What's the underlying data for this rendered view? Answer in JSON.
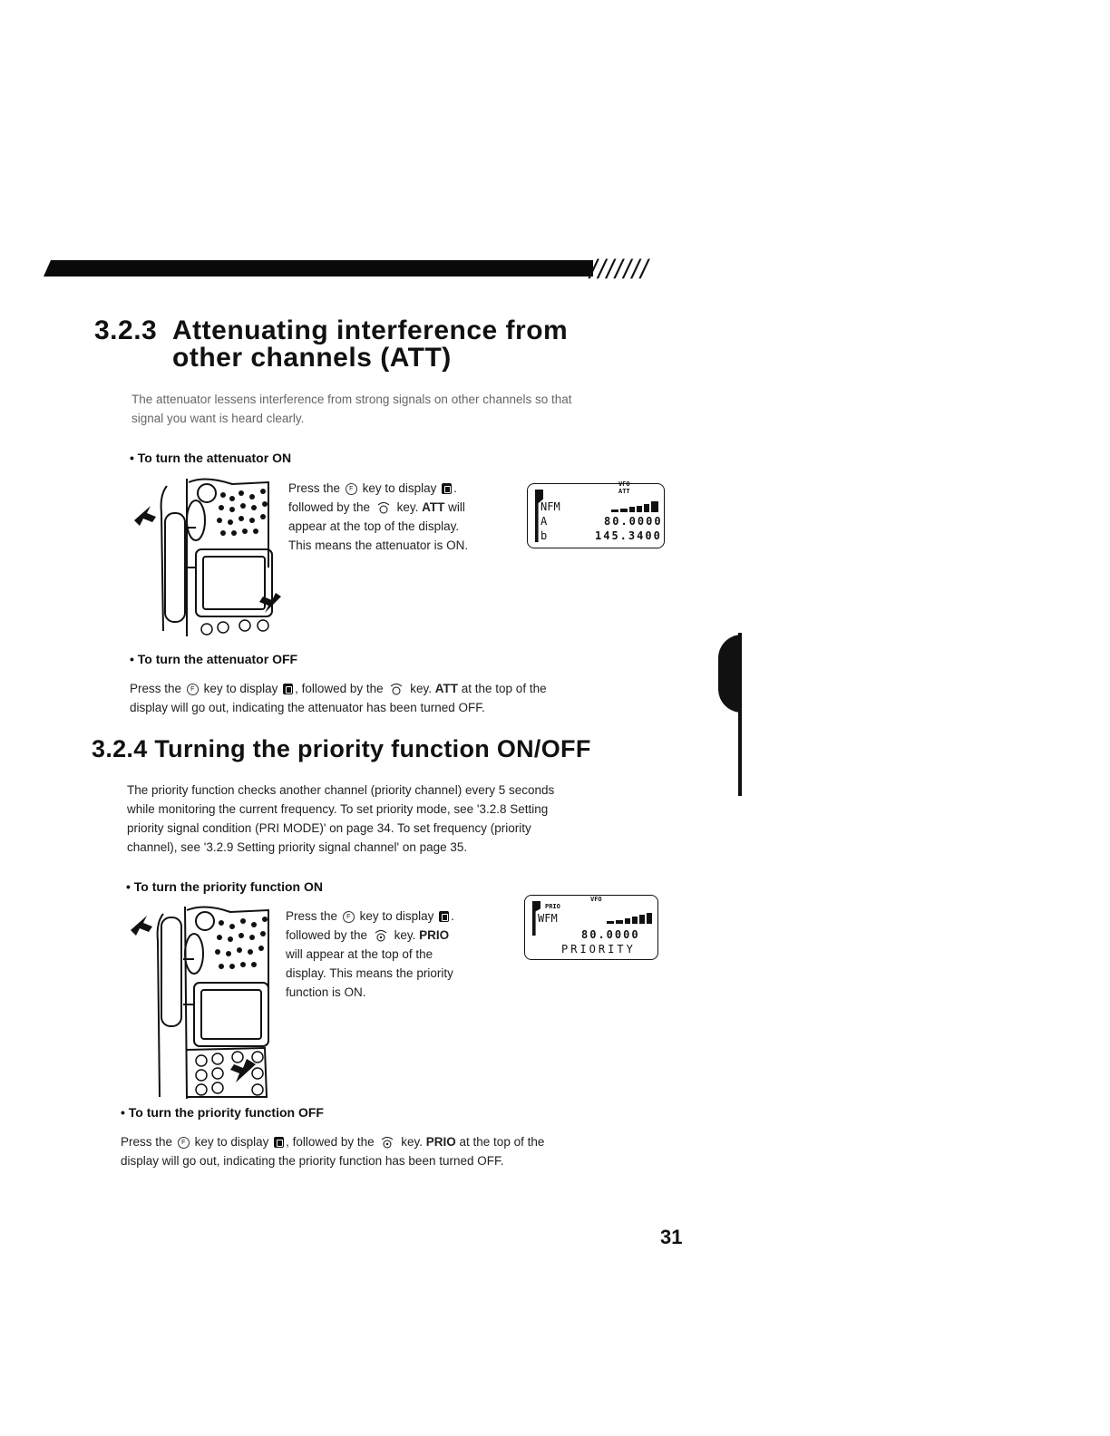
{
  "header": {
    "slashes": "///////"
  },
  "section1": {
    "number": "3.2.3",
    "title_line1": "Attenuating interference from",
    "title_line2": "other channels (ATT)",
    "intro_line1": "The attenuator lessens interference from strong signals on other channels so that",
    "intro_line2": "signal you want is heard clearly.",
    "on": {
      "heading": "• To turn the attenuator ON",
      "text_1a": "Press the",
      "text_1b": "key to display",
      "text_1c": ".",
      "text_2a": "followed by the",
      "text_2b": "key.",
      "text_2c": "ATT",
      "text_2d": "will",
      "text_3": "appear at the top of the display.",
      "text_4": "This means the attenuator is ON."
    },
    "lcd": {
      "top1": "VFO",
      "top2": "ATT",
      "mode": "NFM",
      "row_a_label": "A",
      "row_a_freq": "80.0000",
      "row_b_label": "b",
      "row_b_freq": "145.3400"
    },
    "off": {
      "heading": "• To turn the attenuator OFF",
      "line1a": "Press the",
      "line1b": "key to display",
      "line1c": ", followed by the",
      "line1d": "key.",
      "line1e": "ATT",
      "line1f": "at the top of the",
      "line2": "display will go out, indicating the attenuator has been turned OFF."
    }
  },
  "section2": {
    "number": "3.2.4",
    "title": "Turning the priority function ON/OFF",
    "intro": [
      "The priority function checks another channel (priority channel) every 5 seconds",
      "while monitoring the current frequency. To set priority mode, see '3.2.8 Setting",
      "priority signal condition (PRI MODE)' on page 34. To set frequency (priority",
      "channel), see '3.2.9 Setting priority signal channel' on page 35."
    ],
    "on": {
      "heading": "• To turn the priority function ON",
      "text_1a": "Press the",
      "text_1b": "key to display",
      "text_1c": ".",
      "text_2a": "followed by the",
      "text_2b": "key.",
      "text_2c": "PRIO",
      "text_3": "will appear at the top of the",
      "text_4": "display. This means the priority",
      "text_5": "function is ON."
    },
    "lcd": {
      "top1": "PRIO",
      "top2": "VFO",
      "mode": "WFM",
      "freq": "80.0000",
      "bottom": "PRIORITY"
    },
    "off": {
      "heading": "• To turn the priority function OFF",
      "line1a": "Press the",
      "line1b": "key to display",
      "line1c": ", followed by the",
      "line1d": "key.",
      "line1e": "PRIO",
      "line1f": "at the top of the",
      "line2": "display will go out, indicating the priority function has been turned OFF."
    }
  },
  "footer": {
    "page_number": "31"
  },
  "icons": {
    "func_key": "circled-f-key-icon",
    "function_display": "function-display-f-icon",
    "att_key": "att-key-icon",
    "prio_key": "prio-key-icon",
    "arrow": "pointer-arrow-icon"
  }
}
